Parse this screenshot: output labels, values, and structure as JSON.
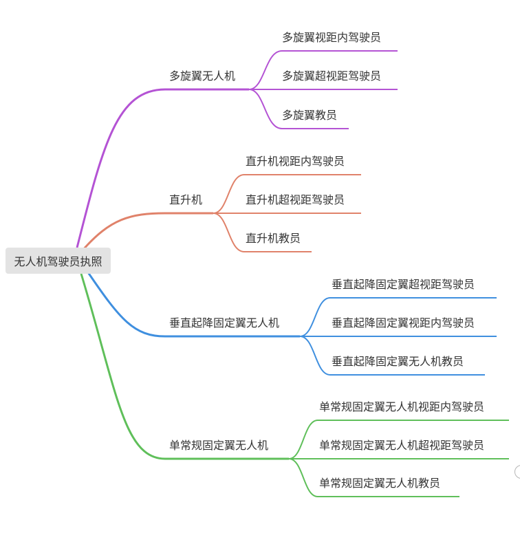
{
  "root": {
    "label": "无人机驾驶员执照"
  },
  "branches": [
    {
      "label": "多旋翼无人机",
      "color": "#b453d4",
      "children": [
        {
          "label": "多旋翼视距内驾驶员"
        },
        {
          "label": "多旋翼超视距驾驶员"
        },
        {
          "label": "多旋翼教员"
        }
      ]
    },
    {
      "label": "直升机",
      "color": "#e0826a",
      "children": [
        {
          "label": "直升机视距内驾驶员"
        },
        {
          "label": "直升机超视距驾驶员"
        },
        {
          "label": "直升机教员"
        }
      ]
    },
    {
      "label": "垂直起降固定翼无人机",
      "color": "#3f8fdf",
      "children": [
        {
          "label": "垂直起降固定翼超视距驾驶员"
        },
        {
          "label": "垂直起降固定翼视距内驾驶员"
        },
        {
          "label": "垂直起降固定翼无人机教员"
        }
      ]
    },
    {
      "label": "单常规固定翼无人机",
      "color": "#5fbf5a",
      "children": [
        {
          "label": "单常规固定翼无人机视距内驾驶员"
        },
        {
          "label": "单常规固定翼无人机超视距驾驶员"
        },
        {
          "label": "单常规固定翼无人机教员"
        }
      ]
    }
  ]
}
